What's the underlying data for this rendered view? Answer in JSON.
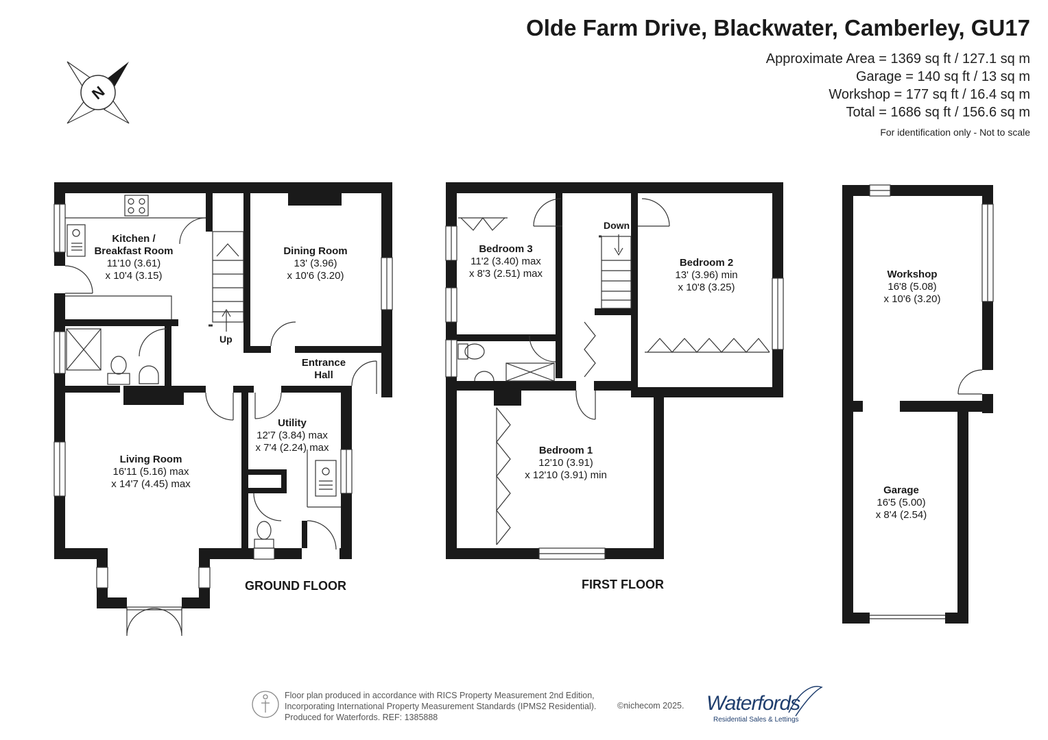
{
  "header": {
    "title": "Olde Farm Drive, Blackwater, Camberley, GU17",
    "areas": [
      "Approximate Area = 1369 sq ft / 127.1 sq m",
      "Garage = 140 sq ft / 13 sq m",
      "Workshop = 177 sq ft / 16.4 sq m",
      "Total = 1686 sq ft / 156.6 sq m"
    ],
    "note": "For identification only - Not to scale"
  },
  "compass": {
    "letter": "N"
  },
  "rooms": {
    "kitchen": {
      "name1": "Kitchen /",
      "name2": "Breakfast Room",
      "dim1": "11'10 (3.61)",
      "dim2": "x 10'4 (3.15)"
    },
    "dining": {
      "name": "Dining Room",
      "dim1": "13' (3.96)",
      "dim2": "x 10'6 (3.20)"
    },
    "living": {
      "name": "Living Room",
      "dim1": "16'11 (5.16) max",
      "dim2": "x 14'7 (4.45) max"
    },
    "utility": {
      "name": "Utility",
      "dim1": "12'7 (3.84) max",
      "dim2": "x 7'4 (2.24) max"
    },
    "entrance": {
      "name1": "Entrance",
      "name2": "Hall"
    },
    "bedroom3": {
      "name": "Bedroom 3",
      "dim1": "11'2 (3.40) max",
      "dim2": "x 8'3 (2.51) max"
    },
    "bedroom2": {
      "name": "Bedroom 2",
      "dim1": "13' (3.96) min",
      "dim2": "x 10'8 (3.25)"
    },
    "bedroom1": {
      "name": "Bedroom 1",
      "dim1": "12'10 (3.91)",
      "dim2": "x 12'10 (3.91) min"
    },
    "workshop": {
      "name": "Workshop",
      "dim1": "16'8 (5.08)",
      "dim2": "x 10'6 (3.20)"
    },
    "garage": {
      "name": "Garage",
      "dim1": "16'5 (5.00)",
      "dim2": "x 8'4 (2.54)"
    }
  },
  "stairs": {
    "up": "Up",
    "down": "Down"
  },
  "floors": {
    "ground": "GROUND FLOOR",
    "first": "FIRST FLOOR"
  },
  "footer": {
    "line1": "Floor plan produced in accordance with RICS Property Measurement 2nd Edition,",
    "line2": "Incorporating International Property Measurement Standards (IPMS2 Residential).",
    "line3": "Produced for Waterfords.   REF:  1385888",
    "copyright": "©nichecom 2025.",
    "brand": "Waterfords",
    "brand_tagline": "Residential Sales & Lettings"
  },
  "colors": {
    "wall": "#1a1a1a",
    "text": "#1a1a1a",
    "brand": "#1f3e6e"
  }
}
